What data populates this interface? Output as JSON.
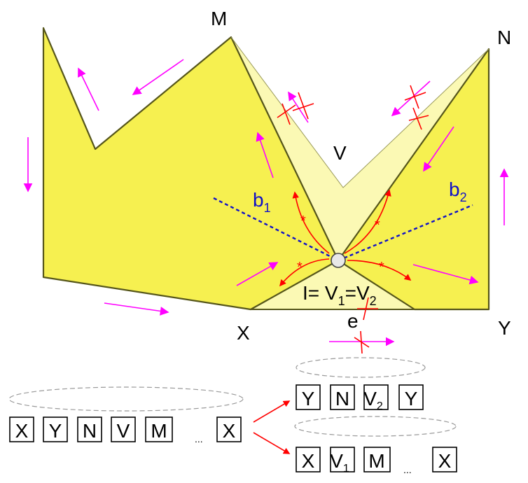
{
  "colors": {
    "polygon_fill": "#f6f050",
    "polygon_stroke": "#55551a",
    "pocket_fill": "#fbf9b4",
    "arrow_magenta": "#ff00ff",
    "arrow_red": "#ff0000",
    "bisector_blue": "#1010c8",
    "ellipse_dash": "#999999"
  },
  "labels": {
    "M": "M",
    "N": "N",
    "V": "V",
    "X": "X",
    "Y": "Y",
    "e": "e",
    "b1_base": "b",
    "b1_sub": "1",
    "b2_base": "b",
    "b2_sub": "2",
    "equation": {
      "p1": "I= V",
      "s1": "1",
      "p2": "=V",
      "s2": "2"
    },
    "asterisk": "*"
  },
  "sequences": {
    "left": [
      "X",
      "Y",
      "N",
      "V",
      "M",
      "...",
      "X"
    ],
    "top_right": [
      {
        "base": "Y",
        "sub": ""
      },
      {
        "base": "N",
        "sub": ""
      },
      {
        "base": "V",
        "sub": "2"
      },
      {
        "base": "Y",
        "sub": ""
      }
    ],
    "bottom_right": [
      {
        "base": "X",
        "sub": ""
      },
      {
        "base": "V",
        "sub": "1"
      },
      {
        "base": "M",
        "sub": ""
      },
      {
        "base": "...",
        "sub": ""
      },
      {
        "base": "X",
        "sub": ""
      }
    ]
  }
}
